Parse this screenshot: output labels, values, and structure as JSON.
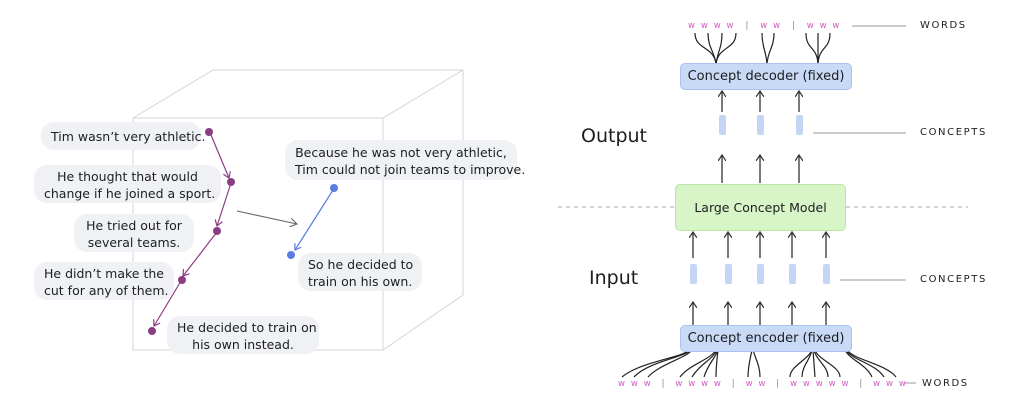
{
  "left_panel": {
    "sentences": [
      {
        "line1": "Tim wasn’t very athletic.",
        "line2": ""
      },
      {
        "line1": "He thought that would",
        "line2": "change if he joined a sport."
      },
      {
        "line1": "He tried out for",
        "line2": "several teams."
      },
      {
        "line1": "He didn’t make the",
        "line2": "cut for any of them."
      },
      {
        "line1": "He decided to train on",
        "line2": "his own instead."
      }
    ],
    "alt_sentences": [
      {
        "line1": "Because he was not very athletic,",
        "line2": "Tim could not join teams to improve."
      },
      {
        "line1": "So he decided to",
        "line2": "train on his own."
      }
    ]
  },
  "right_panel": {
    "output_label": "Output",
    "input_label": "Input",
    "decoder_label": "Concept decoder (fixed)",
    "model_label": "Large Concept Model",
    "encoder_label": "Concept encoder (fixed)",
    "words_label_top": "WORDS",
    "words_label_bottom": "WORDS",
    "concepts_label_top": "CONCEPTS",
    "concepts_label_bottom": "CONCEPTS",
    "top_words": [
      "w w w w",
      "|",
      "w w",
      "|",
      "w w w"
    ],
    "bottom_words": [
      "w w w",
      "|",
      "w w w w",
      "|",
      "w w",
      "|",
      "w w w w w",
      "|",
      "w w w"
    ]
  },
  "colors": {
    "purple": "#8a3d82",
    "blue": "#5b7de0",
    "concept_blue": "#c5d6f5",
    "model_green": "#d7f5c6",
    "word_pink": "#d15bc4"
  }
}
